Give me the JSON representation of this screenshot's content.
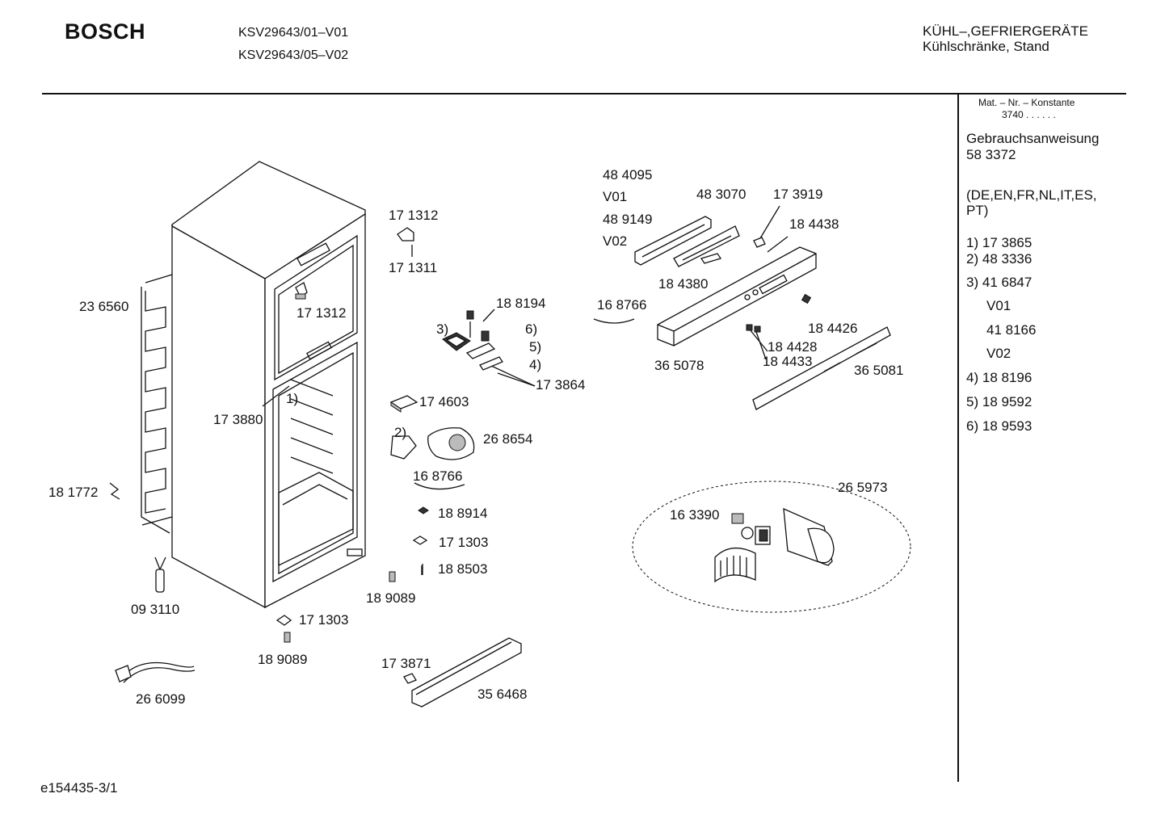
{
  "header": {
    "brand": "BOSCH",
    "model_1": "KSV29643/01–V01",
    "model_2": "KSV29643/05–V02",
    "category_1": "KÜHL–,GEFRIERGERÄTE",
    "category_2": "Kühlschränke, Stand"
  },
  "sidebar": {
    "mat_label": "Mat. – Nr. – Konstante",
    "mat_value": "3740 .  .  .  .  .  .",
    "manual_title": "Gebrauchsanweisung",
    "manual_number": "58 3372",
    "languages_1": "(DE,EN,FR,NL,IT,ES,",
    "languages_2": "PT)",
    "notes": [
      {
        "key": "1)",
        "value": "17 3865"
      },
      {
        "key": "2)",
        "value": "48 3336"
      },
      {
        "key": "3)",
        "value": "41 6847"
      },
      {
        "key": "",
        "value": "V01"
      },
      {
        "key": "",
        "value": "41 8166"
      },
      {
        "key": "",
        "value": "V02"
      },
      {
        "key": "4)",
        "value": "18 8196"
      },
      {
        "key": "5)",
        "value": "18 9592"
      },
      {
        "key": "6)",
        "value": "18 9593"
      }
    ]
  },
  "parts": {
    "p171312a": "17 1312",
    "p171311": "17 1311",
    "p171312b": "17 1312",
    "p236560": "23 6560",
    "p173880": "17 3880",
    "note1": "1)",
    "p181772": "18 1772",
    "p093110": "09 3110",
    "p171303a": "17 1303",
    "p189089a": "18 9089",
    "p266099": "26 6099",
    "p188194": "18 8194",
    "note3": "3)",
    "note6": "6)",
    "note5": "5)",
    "note4": "4)",
    "p173864": "17 3864",
    "p174603": "17 4603",
    "note2": "2)",
    "p268654": "26 8654",
    "p168766a": "16 8766",
    "p188914": "18 8914",
    "p171303b": "17 1303",
    "p188503": "18 8503",
    "p189089b": "18 9089",
    "p173871": "17 3871",
    "p356468": "35 6468",
    "p484095": "48 4095",
    "v01": "V01",
    "p489149": "48 9149",
    "v02": "V02",
    "p483070": "48 3070",
    "p173919": "17 3919",
    "p184438": "18 4438",
    "p184380": "18 4380",
    "p168766b": "16 8766",
    "p184426": "18 4426",
    "p184428": "18 4428",
    "p184433": "18 4433",
    "p365078": "36 5078",
    "p365081": "36 5081",
    "p265973": "26 5973",
    "p163390": "16 3390"
  },
  "footer": {
    "doc_id": "e154435-3/1"
  }
}
